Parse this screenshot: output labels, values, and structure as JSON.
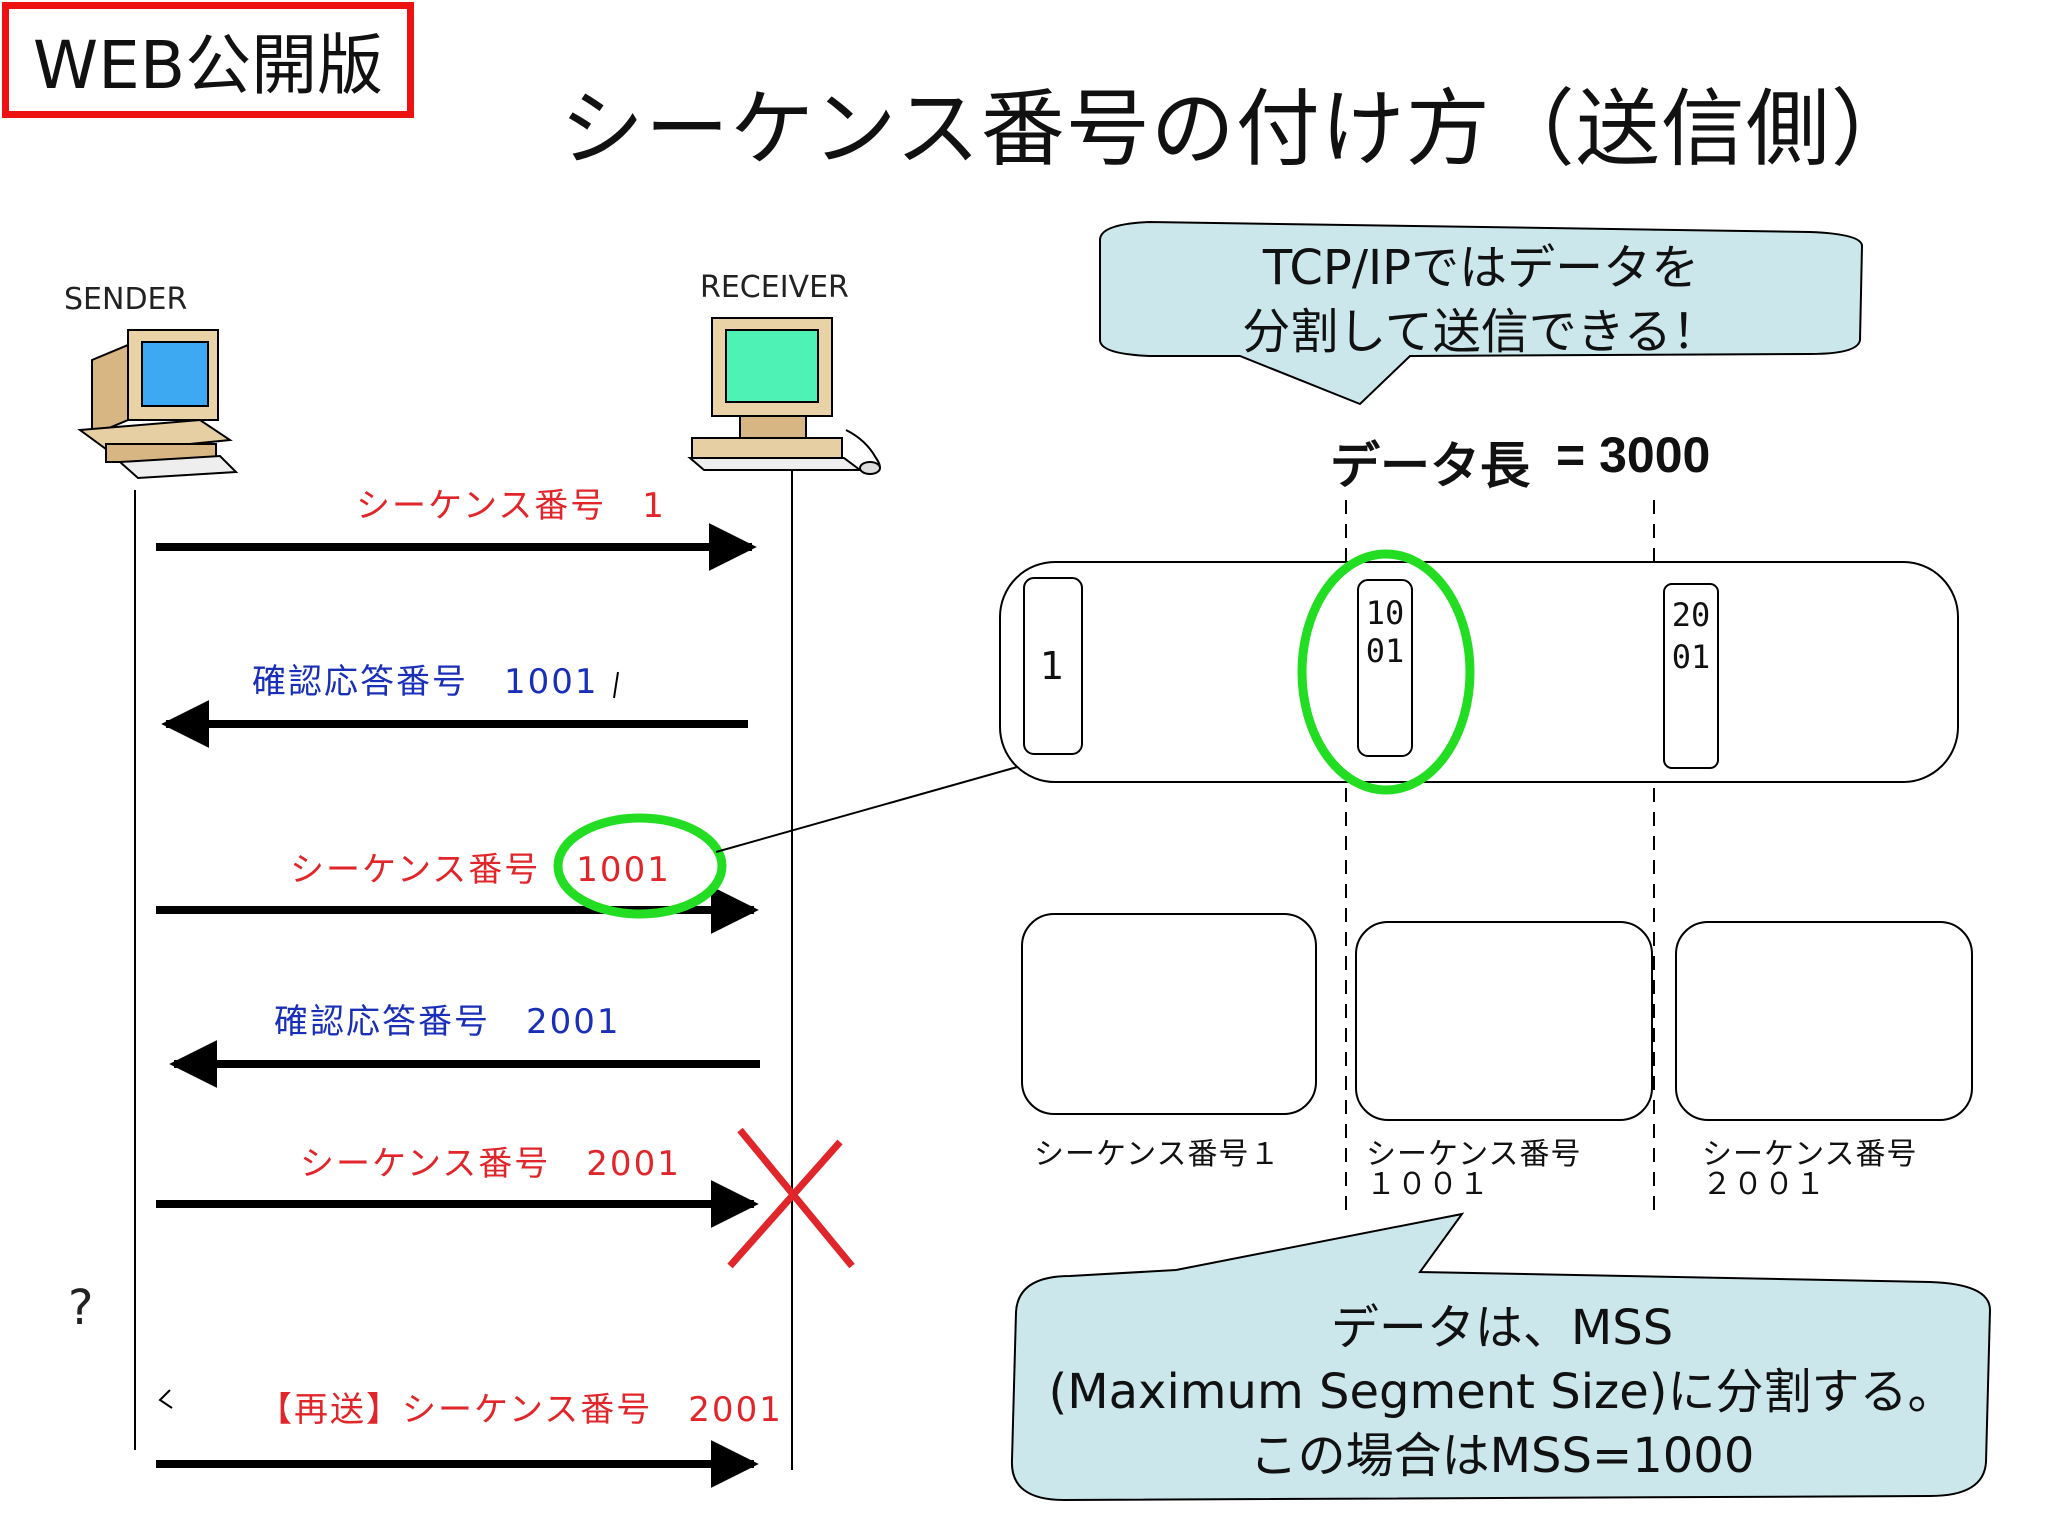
{
  "badge": "WEB公開版",
  "title": "シーケンス番号の付け方（送信側）",
  "sender_label": "SENDER",
  "receiver_label": "RECEIVER",
  "messages": [
    {
      "text": "シーケンス番号　1",
      "direction": "right",
      "color": "#e0262a"
    },
    {
      "text": "確認応答番号　1001",
      "direction": "left",
      "color": "#1a2fb8"
    },
    {
      "text": "シーケンス番号　1001",
      "direction": "right",
      "color": "#e0262a"
    },
    {
      "text": "確認応答番号　2001",
      "direction": "left",
      "color": "#1a2fb8"
    },
    {
      "text": "シーケンス番号　2001",
      "direction": "right",
      "color": "#e0262a",
      "lost": true
    },
    {
      "text": "【再送】シーケンス番号　2001",
      "direction": "right",
      "color": "#e0262a"
    }
  ],
  "question_mark": "?",
  "callout_top": {
    "line1": "TCP/IPではデータを",
    "line2": "分割して送信できる！"
  },
  "data_length": {
    "label": "データ長",
    "value": "= 3000"
  },
  "segment_numbers": {
    "first": "1",
    "second": "1001",
    "third": "2001"
  },
  "segments": [
    {
      "line1": "シーケンス番号１",
      "line2": ""
    },
    {
      "line1": "シーケンス番号",
      "line2": "１００１"
    },
    {
      "line1": "シーケンス番号",
      "line2": "２００１"
    }
  ],
  "callout_bottom": {
    "line1": "データは、MSS",
    "line2": "(Maximum Segment Size)に分割する。",
    "line3": "この場合はMSS=1000"
  },
  "colors": {
    "highlight": "#22dd22",
    "callout_fill": "#cce7ec",
    "lost_mark": "#e0262a",
    "badge_border": "#ee1111"
  }
}
